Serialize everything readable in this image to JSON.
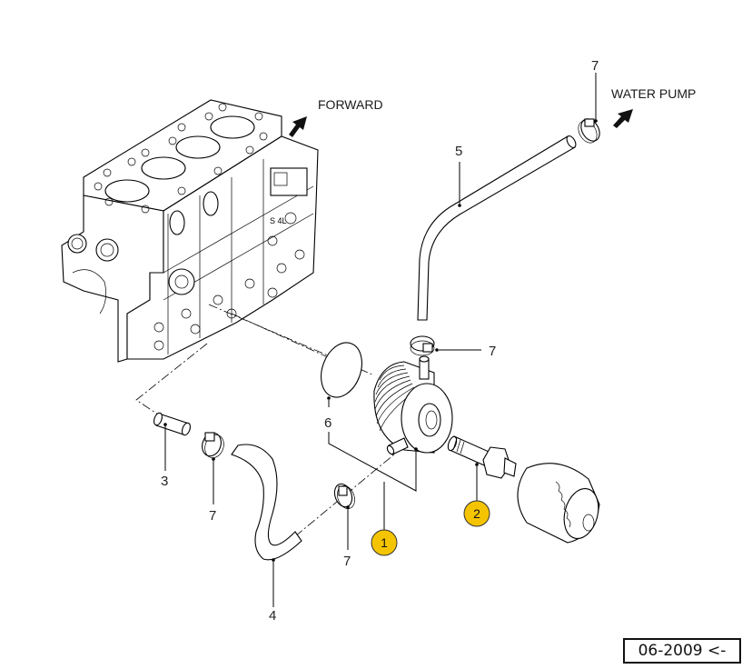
{
  "diagram": {
    "title": "Oil cooler / coolant hose assembly exploded view",
    "direction_labels": {
      "forward": "FORWARD",
      "water_pump": "WATER PUMP"
    },
    "callouts": [
      {
        "id": "callout-7-top",
        "text": "7",
        "part": "hose clamp"
      },
      {
        "id": "callout-5",
        "text": "5",
        "part": "coolant hose (upper)"
      },
      {
        "id": "callout-7-mid",
        "text": "7",
        "part": "hose clamp"
      },
      {
        "id": "callout-6",
        "text": "6",
        "part": "O-ring"
      },
      {
        "id": "callout-3",
        "text": "3",
        "part": "hose fitting"
      },
      {
        "id": "callout-7-left",
        "text": "7",
        "part": "hose clamp"
      },
      {
        "id": "callout-4",
        "text": "4",
        "part": "coolant hose (lower)"
      },
      {
        "id": "callout-7-bottom",
        "text": "7",
        "part": "hose clamp"
      }
    ],
    "highlighted_callouts": [
      {
        "id": "badge-1",
        "text": "1",
        "part": "oil cooler"
      },
      {
        "id": "badge-2",
        "text": "2",
        "part": "connector bolt"
      }
    ],
    "highlight_color": "#F5C400",
    "revision": "06-2009 <-"
  }
}
